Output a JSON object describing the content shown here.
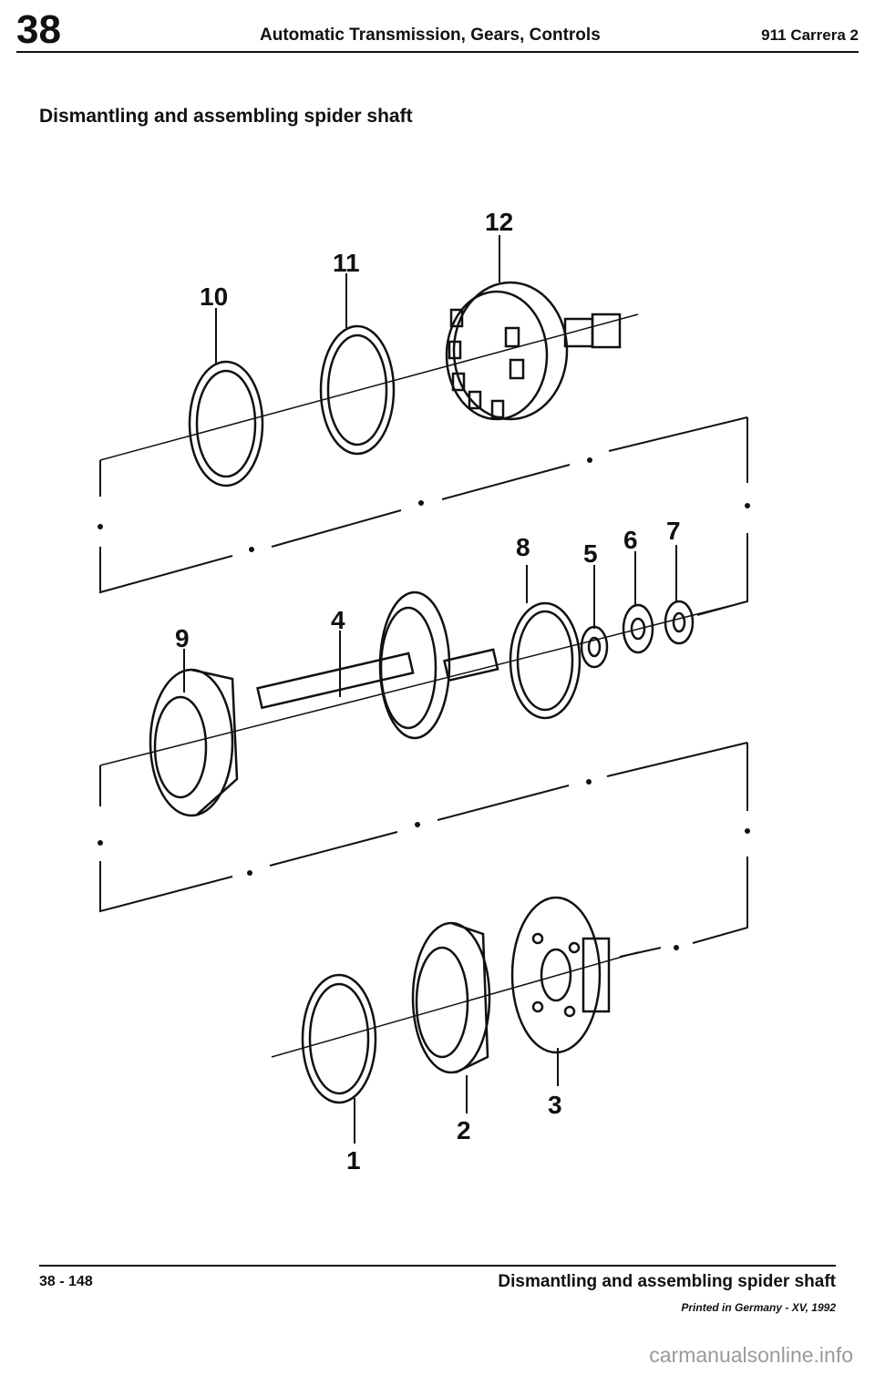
{
  "header": {
    "chapter_number": "38",
    "title": "Automatic Transmission, Gears, Controls",
    "model": "911 Carrera 2"
  },
  "section_title": "Dismantling and assembling spider shaft",
  "diagram": {
    "part_labels": [
      "1",
      "2",
      "3",
      "4",
      "5",
      "6",
      "7",
      "8",
      "9",
      "10",
      "11",
      "12"
    ]
  },
  "footer": {
    "page_number": "38 - 148",
    "title": "Dismantling and assembling spider shaft",
    "printed": "Printed in Germany - XV, 1992"
  },
  "watermark": "carmanualsonline.info"
}
